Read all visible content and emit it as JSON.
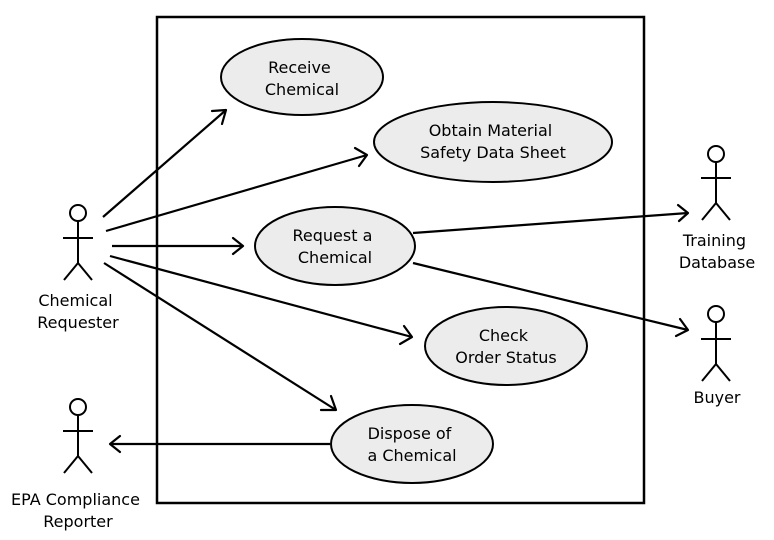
{
  "actors": {
    "chemical_requester": [
      "Chemical",
      "Requester"
    ],
    "epa_reporter": [
      "EPA Compliance",
      "Reporter"
    ],
    "training_database": [
      "Training",
      "Database"
    ],
    "buyer": [
      "Buyer"
    ]
  },
  "use_cases": {
    "receive_chemical": [
      "Receive",
      "Chemical"
    ],
    "obtain_msds": [
      "Obtain Material",
      "Safety Data Sheet"
    ],
    "request_chemical": [
      "Request a",
      "Chemical"
    ],
    "check_order_status": [
      "Check",
      "Order Status"
    ],
    "dispose_chemical": [
      "Dispose of",
      "a Chemical"
    ]
  }
}
